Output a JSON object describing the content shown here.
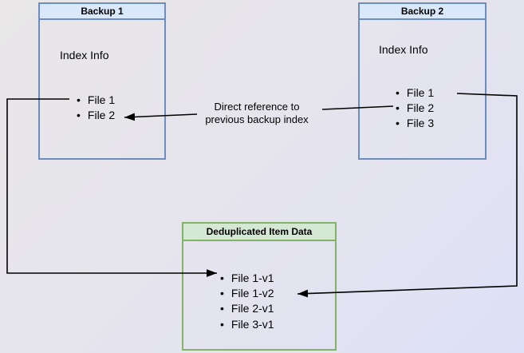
{
  "diagram": {
    "backup1": {
      "title": "Backup 1",
      "heading": "Index Info",
      "files": [
        "File 1",
        "File 2"
      ]
    },
    "backup2": {
      "title": "Backup 2",
      "heading": "Index Info",
      "files": [
        "File 1",
        "File 2",
        "File 3"
      ]
    },
    "dedup": {
      "title": "Deduplicated Item Data",
      "files": [
        "File 1-v1",
        "File 1-v2",
        "File 2-v1",
        "File 3-v1"
      ]
    },
    "annotation": {
      "line1": "Direct reference to",
      "line2": "previous backup index"
    },
    "colors": {
      "blue_fill": "#dae8fc",
      "blue_border": "#6c8ebf",
      "green_fill": "#d5e8d4",
      "green_border": "#82b366",
      "arrow": "#000000"
    }
  }
}
